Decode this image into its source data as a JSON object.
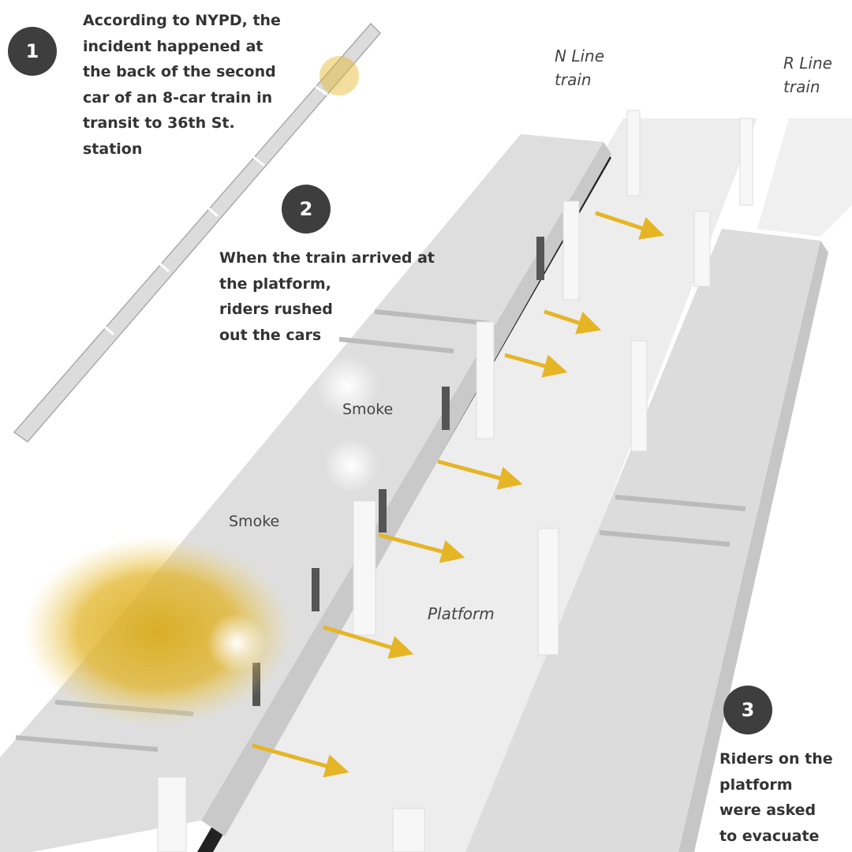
{
  "steps": [
    {
      "number": "1",
      "text": "According to NYPD, the\nincident happened at\nthe back of the second\ncar of an 8-car train in\ntransit to 36th St.\nstation"
    },
    {
      "number": "2",
      "text": "When the train arrived at\nthe platform,\nriders rushed\nout the cars"
    },
    {
      "number": "3",
      "text": "Riders on the\nplatform\nwere asked\nto evacuate"
    }
  ],
  "labels": {
    "n_line": "N Line\ntrain",
    "r_line": "R Line\ntrain",
    "smoke_1": "Smoke",
    "smoke_2": "Smoke",
    "platform": "Platform"
  },
  "colors": {
    "accent": "#e5b526",
    "badge": "#3e3e3e",
    "train": "#d9d9d9",
    "platform": "#ededed"
  }
}
